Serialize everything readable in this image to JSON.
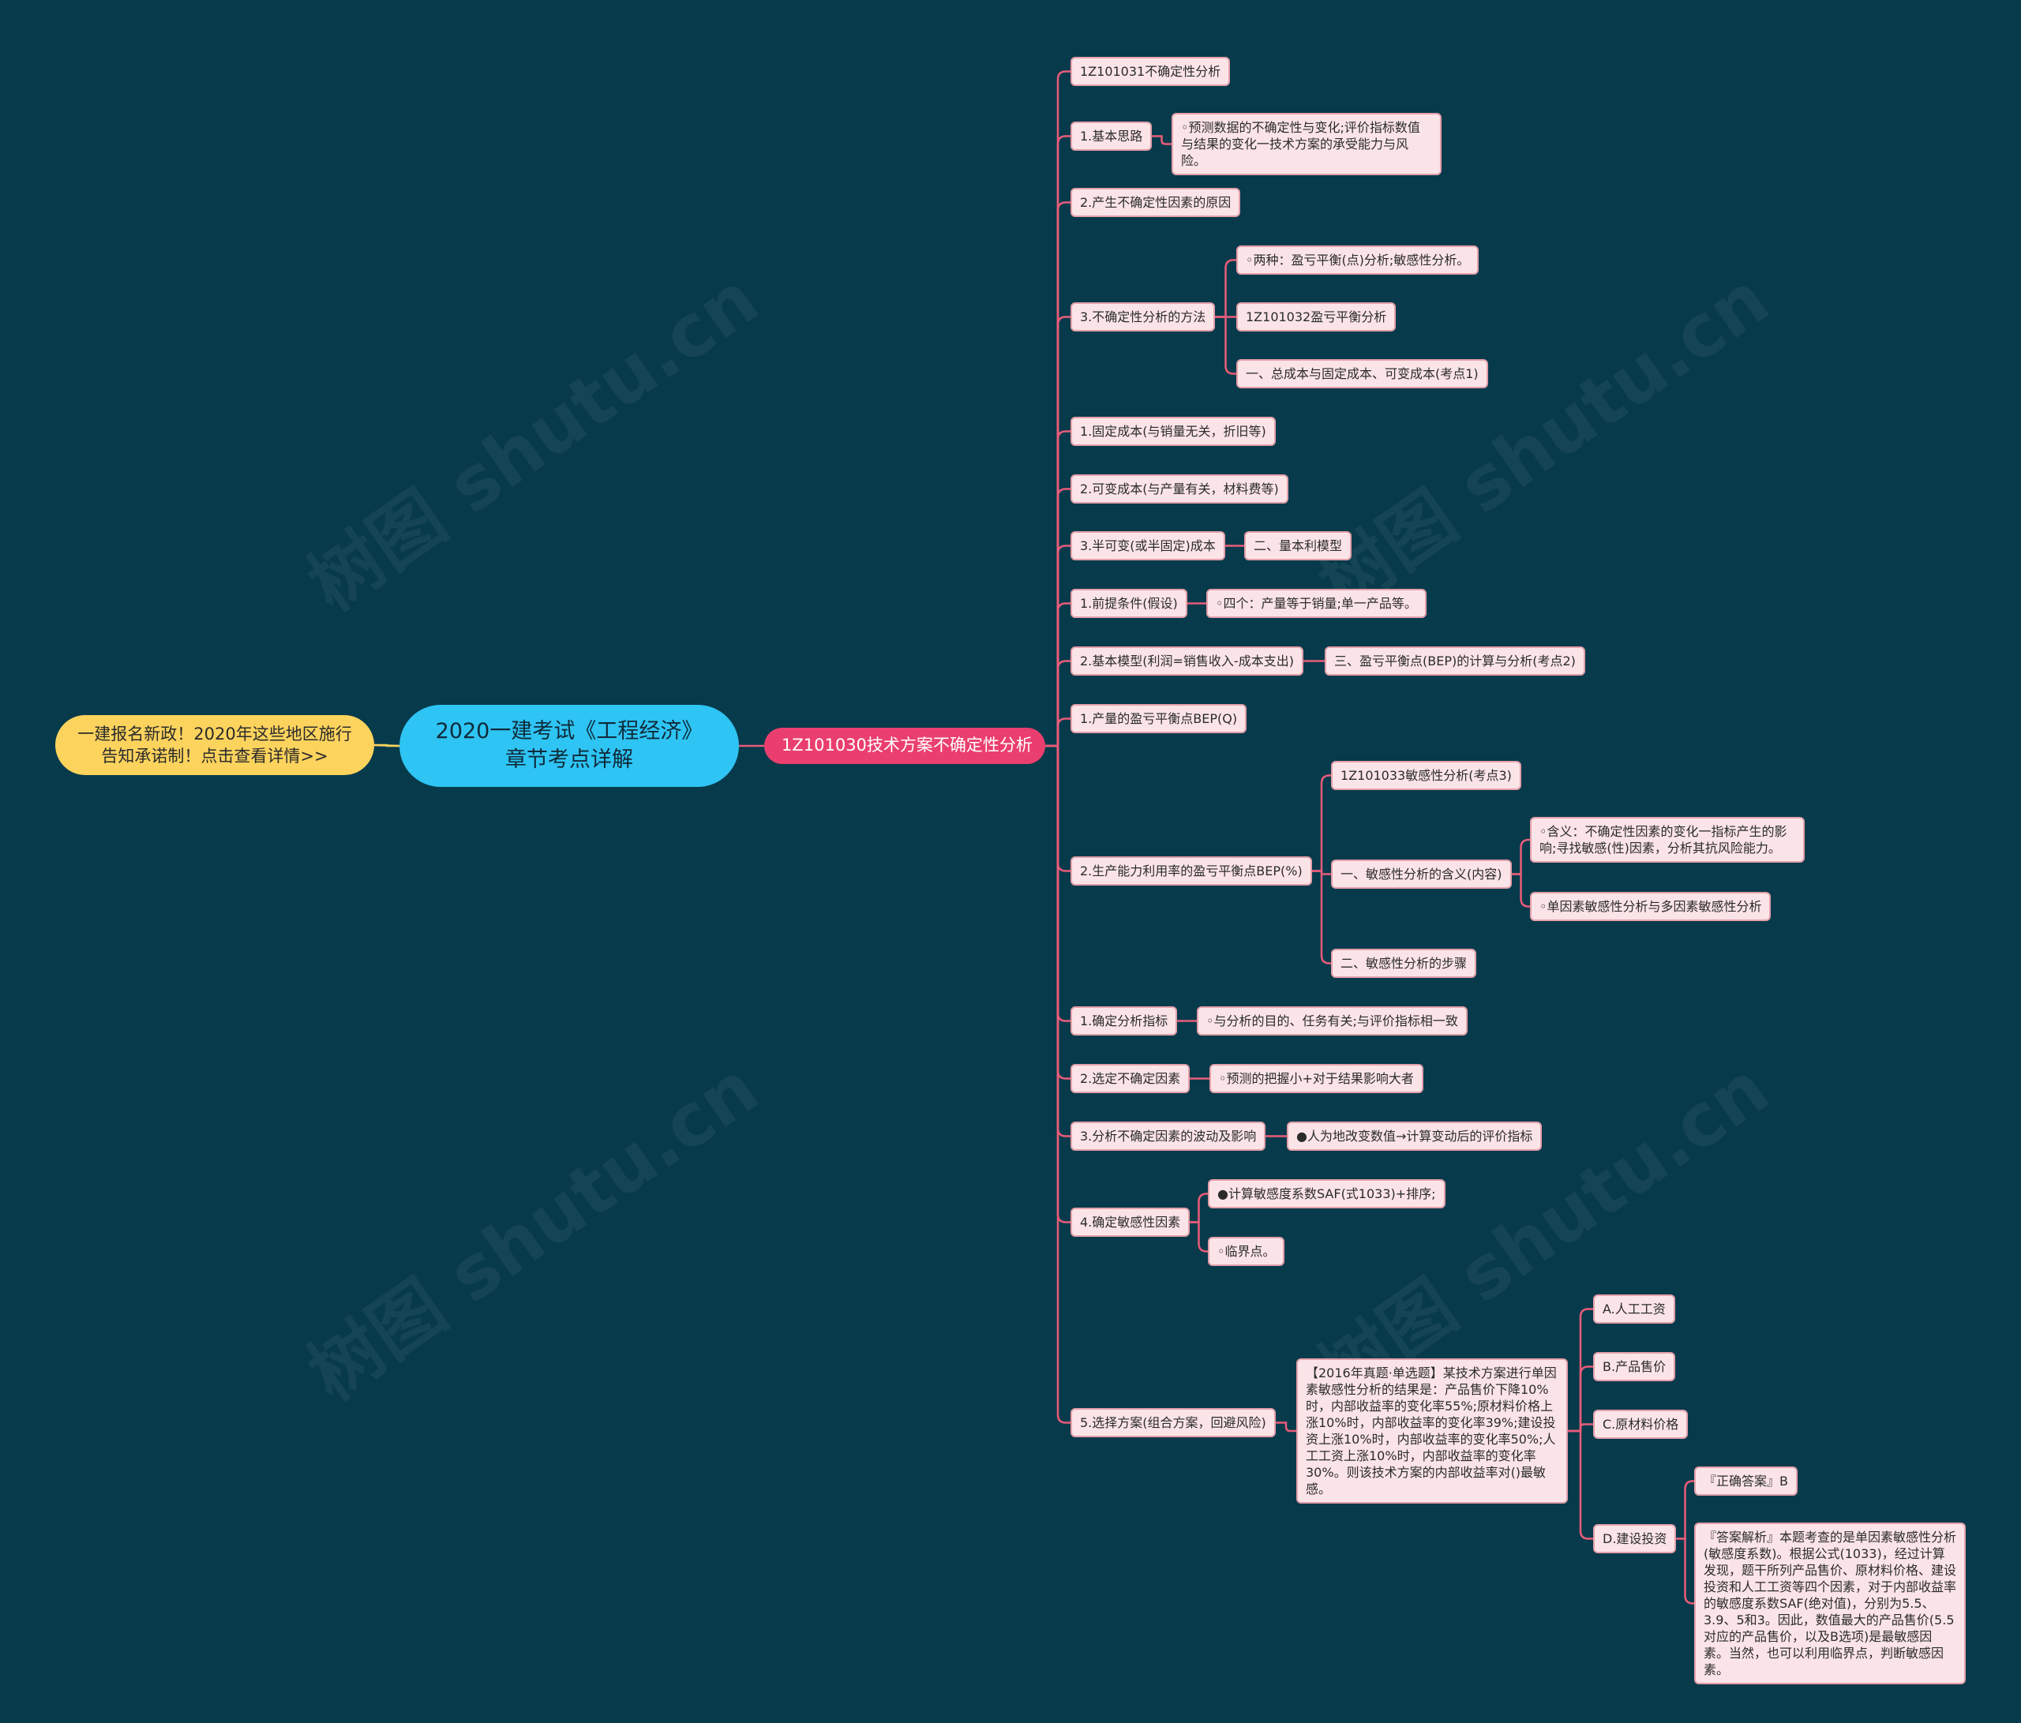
{
  "root": "2020一建考试《工程经济》章节考点详解",
  "promo": "一建报名新政！2020年这些地区施行告知承诺制！点击查看详情>>",
  "branch": "1Z101030技术方案不确定性分析",
  "watermark": "树图 shutu.cn",
  "colors": {
    "background": "#073a4b",
    "root": "#2ec4f3",
    "promo": "#fcd35d",
    "branch": "#ea3f6e",
    "node": "#fbe4e7",
    "line": "#e85c79",
    "promo_line": "#fcd35d"
  },
  "nodes": {
    "n1": "1Z101031不确定性分析",
    "n2": "1.基本思路",
    "n2a": "◦预测数据的不确定性与变化;评价指标数值与结果的变化一技术方案的承受能力与风险。",
    "n3": "2.产生不确定性因素的原因",
    "n4": "3.不确定性分析的方法",
    "n4a": "◦两种：盈亏平衡(点)分析;敏感性分析。",
    "n4b": "1Z101032盈亏平衡分析",
    "n4c": "一、总成本与固定成本、可变成本(考点1)",
    "n5": "1.固定成本(与销量无关，折旧等)",
    "n6": "2.可变成本(与产量有关，材料费等)",
    "n7": "3.半可变(或半固定)成本",
    "n7a": "二、量本利模型",
    "n8": "1.前提条件(假设)",
    "n8a": "◦四个：产量等于销量;单一产品等。",
    "n9": "2.基本模型(利润=销售收入-成本支出)",
    "n9a": "三、盈亏平衡点(BEP)的计算与分析(考点2)",
    "n10": "1.产量的盈亏平衡点BEP(Q)",
    "n11": "2.生产能力利用率的盈亏平衡点BEP(%)",
    "n11a": "1Z101033敏感性分析(考点3)",
    "n11b": "一、敏感性分析的含义(内容)",
    "n11b1": "◦含义：不确定性因素的变化一指标产生的影响;寻找敏感(性)因素，分析其抗风险能力。",
    "n11b2": "◦单因素敏感性分析与多因素敏感性分析",
    "n11c": "二、敏感性分析的步骤",
    "n12": "1.确定分析指标",
    "n12a": "◦与分析的目的、任务有关;与评价指标相一致",
    "n13": "2.选定不确定因素",
    "n13a": "◦预测的把握小+对于结果影响大者",
    "n14": "3.分析不确定因素的波动及影响",
    "n14a": "●人为地改变数值→计算变动后的评价指标",
    "n15": "4.确定敏感性因素",
    "n15a": "●计算敏感度系数SAF(式1033)+排序;",
    "n15b": "◦临界点。",
    "n16": "5.选择方案(组合方案，回避风险)",
    "n16a": "【2016年真题·单选题】某技术方案进行单因素敏感性分析的结果是：产品售价下降10%时，内部收益率的变化率55%;原材料价格上涨10%时，内部收益率的变化率39%;建设投资上涨10%时，内部收益率的变化率50%;人工工资上涨10%时，内部收益率的变化率30%。则该技术方案的内部收益率对()最敏感。",
    "o1": "A.人工工资",
    "o2": "B.产品售价",
    "o3": "C.原材料价格",
    "o4": "D.建设投资",
    "o4a": "『正确答案』B",
    "o4b": "『答案解析』本题考查的是单因素敏感性分析(敏感度系数)。根据公式(1033)，经过计算发现，题干所列产品售价、原材料价格、建设投资和人工工资等四个因素，对于内部收益率的敏感度系数SAF(绝对值)，分别为5.5、3.9、5和3。因此，数值最大的产品售价(5.5对应的产品售价，以及B选项)是最敏感因素。当然，也可以利用临界点，判断敏感因素。"
  }
}
